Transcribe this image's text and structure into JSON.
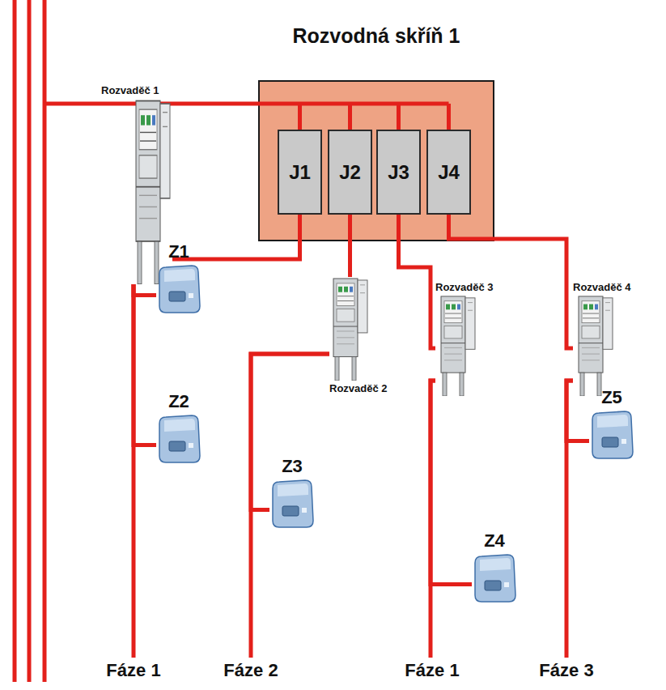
{
  "diagram": {
    "nodes": [
      {
        "text": [
          "Rozvodná skříň 1"
        ]
      },
      {
        "text": [
          "J1"
        ],
        "in": 0
      },
      {
        "text": [
          "J2"
        ],
        "in": 0
      },
      {
        "text": [
          "J3"
        ],
        "in": 0
      },
      {
        "text": [
          "J4"
        ],
        "in": 0
      },
      {
        "text": [
          "Rozvaděč 1"
        ]
      },
      {
        "text": [
          "Rozvaděč 2"
        ]
      },
      {
        "text": [
          "Rozvaděč 3"
        ]
      },
      {
        "text": [
          "Rozvaděč 4"
        ]
      },
      {
        "text": [
          "Z1"
        ]
      },
      {
        "text": [
          "Z2"
        ]
      },
      {
        "text": [
          "Z3"
        ]
      },
      {
        "text": [
          "Z4"
        ]
      },
      {
        "text": [
          "Z5"
        ]
      }
    ],
    "edges": [
      {
        "from": 1,
        "to": 5,
        "arrow": "none"
      },
      {
        "from": 2,
        "to": 6,
        "arrow": "none"
      },
      {
        "from": 3,
        "to": 7,
        "arrow": "none"
      },
      {
        "from": 4,
        "to": 8,
        "arrow": "none"
      },
      {
        "from": 5,
        "to": 9,
        "arrow": "none"
      },
      {
        "from": 5,
        "to": 10,
        "arrow": "none"
      },
      {
        "from": 6,
        "to": 11,
        "arrow": "none"
      },
      {
        "from": 7,
        "to": 12,
        "arrow": "none"
      },
      {
        "from": 8,
        "to": 13,
        "arrow": "none"
      }
    ],
    "labels": [
      "Fáze 1",
      "Fáze 2",
      "Fáze 1",
      "Fáze 3"
    ]
  }
}
